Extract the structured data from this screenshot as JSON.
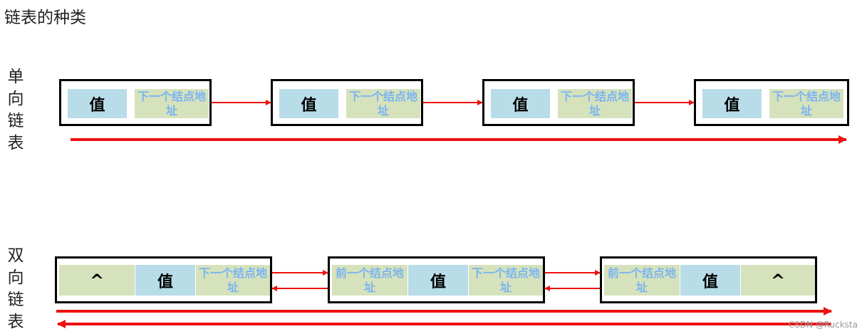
{
  "title": "链表的种类",
  "single": {
    "label": [
      "单",
      "向",
      "链",
      "表"
    ],
    "nodes": [
      {
        "value": "值",
        "next": "下一个结点地址"
      },
      {
        "value": "值",
        "next": "下一个结点地址"
      },
      {
        "value": "值",
        "next": "下一个结点地址"
      },
      {
        "value": "值",
        "next": "下一个结点地址"
      }
    ]
  },
  "double": {
    "label": [
      "双",
      "向",
      "链",
      "表"
    ],
    "nodes": [
      {
        "prev": "^",
        "value": "值",
        "next": "下一个结点地址"
      },
      {
        "prev": "前一个结点地址",
        "value": "值",
        "next": "下一个结点地址"
      },
      {
        "prev": "前一个结点地址",
        "value": "值",
        "next": "^"
      }
    ]
  },
  "watermark": "CSDN @Rucksta",
  "colors": {
    "arrow": "#ee1111",
    "value_cell": "#b8dde8",
    "address_cell": "#d5e2bc",
    "address_text": "#7ab4f2"
  }
}
